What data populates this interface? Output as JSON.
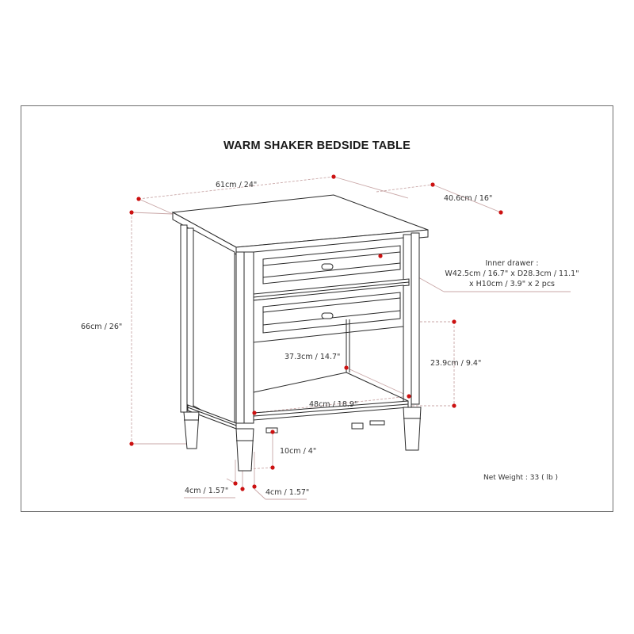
{
  "title": "WARM SHAKER BEDSIDE TABLE",
  "dimensions": {
    "width": "61cm / 24\"",
    "depth": "40.6cm / 16\"",
    "height": "66cm / 26\"",
    "inner_depth": "37.3cm / 14.7\"",
    "shelf_opening_height": "23.9cm / 9.4\"",
    "inner_width": "48cm / 18.9\"",
    "ground_clearance": "10cm / 4\"",
    "leg_width_front": "4cm / 1.57\"",
    "leg_width_side": "4cm / 1.57\""
  },
  "inner_drawer": {
    "heading": "Inner drawer :",
    "line1": "W42.5cm / 16.7\" x D28.3cm / 11.1\"",
    "line2": "x H10cm / 3.9\" x 2 pcs"
  },
  "net_weight": "Net Weight : 33 ( lb )",
  "colors": {
    "frame": "#6e6e6e",
    "drawing_line": "#2a2a2a",
    "dimension_line": "#c9a7a7",
    "marker": "#cc1111"
  }
}
